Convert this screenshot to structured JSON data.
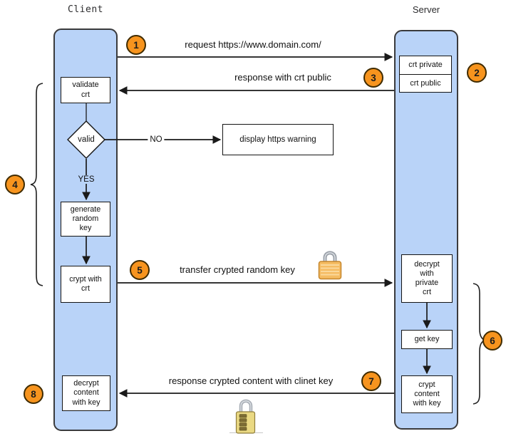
{
  "colors": {
    "lane_fill": "#b9d3f8",
    "lane_border": "#3a3a3c",
    "step_fill": "#f7941e",
    "step_border": "#3f2b00",
    "arrow": "#1a1a1a"
  },
  "client": {
    "title": "Client",
    "box_validate": "validate\ncrt",
    "diamond_label": "valid",
    "label_yes": "YES",
    "label_no": "NO",
    "box_generate": "generate\nrandom\nkey",
    "box_crypt_with_crt": "crypt with\ncrt",
    "box_decrypt_content": "decrypt\ncontent\nwith key"
  },
  "server": {
    "title": "Server",
    "box_crt_private": "crt private",
    "box_crt_public": "crt public",
    "box_decrypt_private": "decrypt\nwith\nprivate\ncrt",
    "box_get_key": "get key",
    "box_crypt_content": "crypt\ncontent\nwith key"
  },
  "messages": {
    "request": "request https://www.domain.com/",
    "response_public": "response with crt public",
    "transfer_key": "transfer crypted random key",
    "response_content": "response crypted content with clinet key",
    "warning": "display https warning"
  },
  "steps": [
    "1",
    "2",
    "3",
    "4",
    "5",
    "6",
    "7",
    "8"
  ],
  "icons": {
    "padlock_closed": "closed golden padlock",
    "padlock_combination": "combination padlock"
  }
}
